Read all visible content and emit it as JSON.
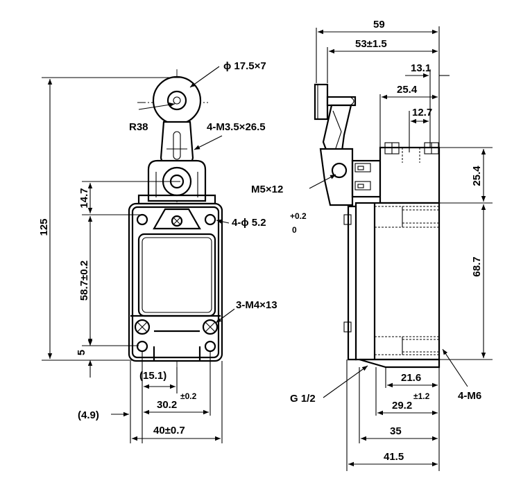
{
  "front_view": {
    "roller": "ϕ 17.5×7",
    "radius": "R38",
    "lever_screws": "4-M3.5×26.5",
    "mount_holes": "4-ϕ 5.2",
    "mount_holes_tol_upper": "+0.2",
    "mount_holes_tol_lower": "0",
    "cover_screws": "3-M4×13",
    "height_total": "125",
    "height_head": "14.7",
    "height_body": "58.7±0.2",
    "height_bottom": "5",
    "width_15": "(15.1)",
    "width_30": "30.2",
    "width_30_tol": "±0.2",
    "offset_4_9": "(4.9)",
    "width_40": "40±0.7"
  },
  "side_view": {
    "width_59": "59",
    "width_53": "53±1.5",
    "width_13": "13.1",
    "width_25": "25.4",
    "width_12": "12.7",
    "height_25": "25.4",
    "height_68": "68.7",
    "screw_m5": "M5×12",
    "conduit": "G 1/2",
    "width_21": "21.6",
    "width_29": "29.2",
    "width_29_tol": "±1.2",
    "thread_m6": "4-M6",
    "width_35": "35",
    "width_41": "41.5"
  }
}
